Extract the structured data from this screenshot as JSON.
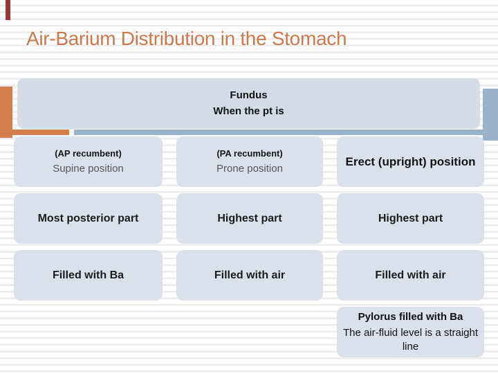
{
  "slide": {
    "title": "Air-Barium Distribution in the Stomach",
    "header": {
      "line1": "Fundus",
      "line2": "When the pt is"
    },
    "table": {
      "columns": [
        {
          "position_label": "(AP recumbent)",
          "position": "Supine position",
          "part": "Most posterior part",
          "fill": "Filled with Ba"
        },
        {
          "position_label": "(PA recumbent)",
          "position": "Prone position",
          "part": "Highest part",
          "fill": "Filled with air"
        },
        {
          "position": "Erect (upright) position",
          "part": "Highest part",
          "fill": "Filled with air"
        }
      ]
    },
    "note": {
      "line1": "Pylorus filled with Ba",
      "line2": "The air-fluid level is a straight line"
    },
    "colors": {
      "accent_orange": "#d57d4b",
      "accent_steel_blue": "#9ab3cc",
      "accent_maroon": "#993733",
      "box_fill": "#dae1ea",
      "header_fill": "#d3dce6",
      "title_text": "#c8794e",
      "muted_text": "#565656",
      "stripe": "#ededee"
    }
  }
}
